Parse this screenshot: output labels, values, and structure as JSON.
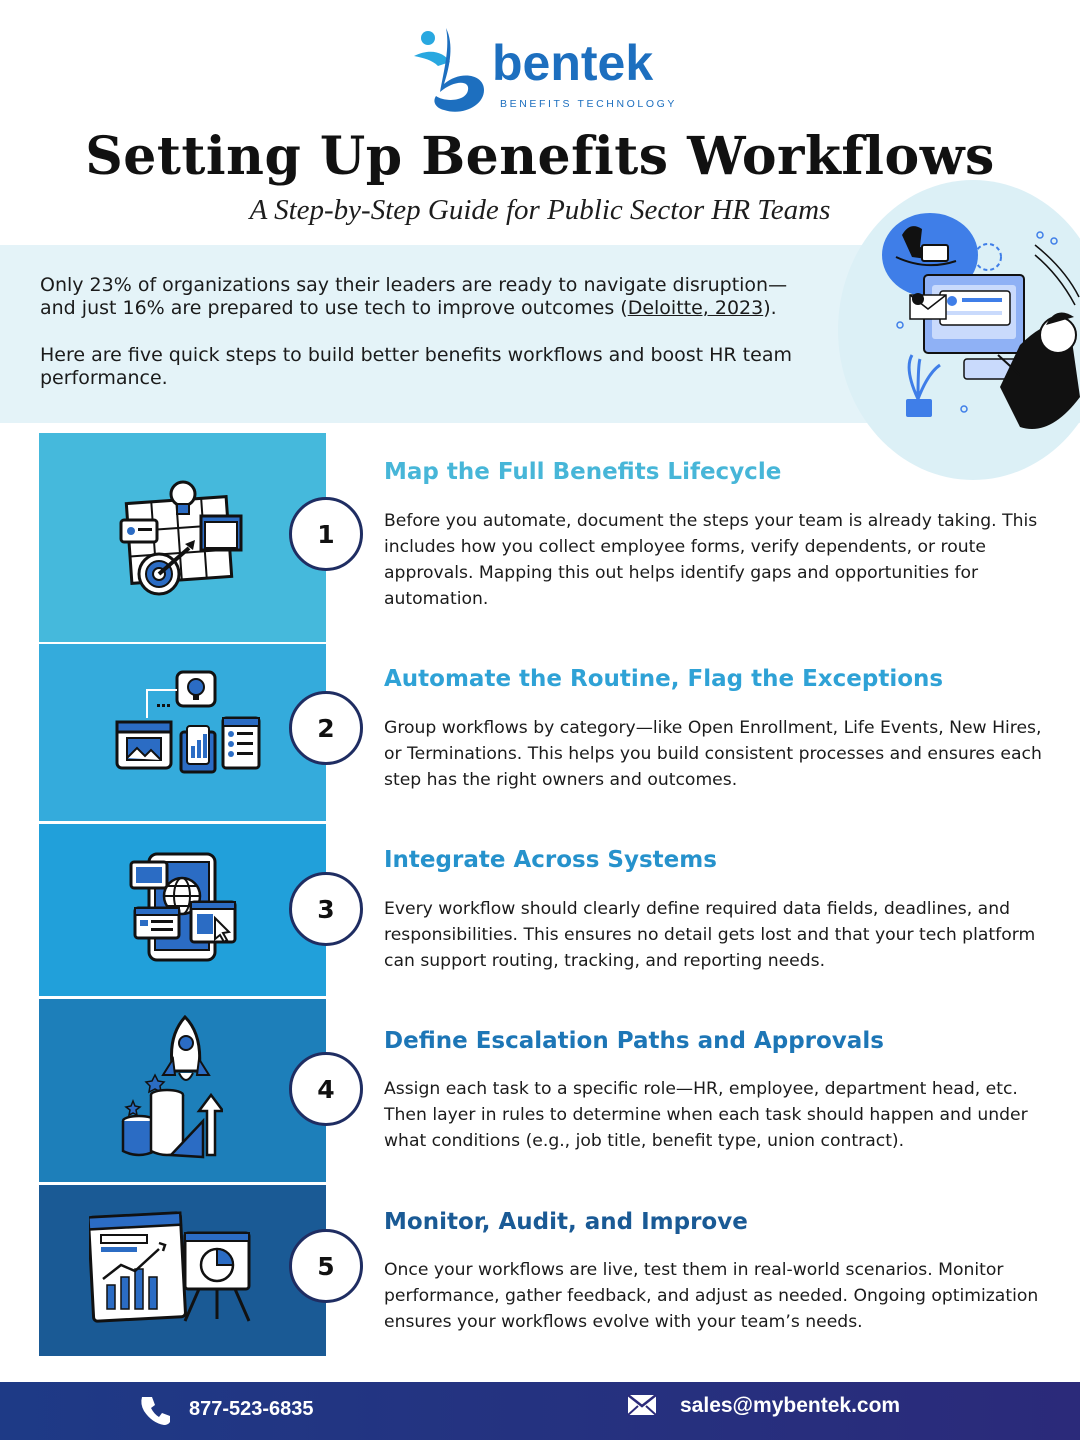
{
  "brand": {
    "name": "bentek",
    "tagline": "BENEFITS TECHNOLOGY",
    "colors": {
      "primary": "#1d6fbf",
      "navy": "#1f2d62",
      "light": "#e4f3f8"
    }
  },
  "header": {
    "title": "Setting Up Benefits Workflows",
    "subtitle": "A Step-by-Step Guide for Public Sector HR Teams"
  },
  "intro": {
    "p1_before": "Only 23% of organizations say their leaders are ready to navigate disruption—and just 16% are prepared to use tech to improve outcomes (",
    "p1_citation": "Deloitte, 2023",
    "p1_after": ").",
    "p2": "Here are five quick steps to build better benefits workflows and boost HR team performance."
  },
  "steps": [
    {
      "number": "1",
      "title": "Map the Full Benefits Lifecycle",
      "body": "Before you automate, document the steps your team is already taking. This includes how you collect employee forms, verify dependents, or route approvals. Mapping this out helps identify gaps and opportunities for automation.",
      "icon": "planning-target-icon",
      "panel_color": "#45b9dc",
      "title_color": "#47b6d8"
    },
    {
      "number": "2",
      "title": "Automate the Routine, Flag the Exceptions",
      "body": "Group workflows by category—like Open Enrollment, Life Events, New Hires, or Terminations. This helps you build consistent processes and ensures each step has the right owners and outcomes.",
      "icon": "dashboard-cards-icon",
      "panel_color": "#34abdc",
      "title_color": "#2fa2d6"
    },
    {
      "number": "3",
      "title": "Integrate Across Systems",
      "body": "Every workflow should clearly define required data fields, deadlines, and responsibilities. This ensures no detail gets lost and that your tech platform can support routing, tracking, and reporting needs.",
      "icon": "integration-devices-icon",
      "panel_color": "#21a0da",
      "title_color": "#2692cc"
    },
    {
      "number": "4",
      "title": "Define Escalation Paths and Approvals",
      "body": "Assign each task to a specific role—HR, employee, department head, etc. Then layer in rules to determine when each task should happen and under what conditions (e.g., job title, benefit type, union contract).",
      "icon": "rocket-growth-icon",
      "panel_color": "#1d7fba",
      "title_color": "#1d76b6"
    },
    {
      "number": "5",
      "title": "Monitor, Audit, and Improve",
      "body": "Once your workflows are live, test them in real-world scenarios. Monitor performance, gather feedback, and adjust as needed. Ongoing optimization ensures your workflows evolve with your team’s needs.",
      "icon": "analytics-report-icon",
      "panel_color": "#1a5a95",
      "title_color": "#1a5a95"
    }
  ],
  "footer": {
    "phone": "877-523-6835",
    "email": "sales@mybentek.com"
  }
}
